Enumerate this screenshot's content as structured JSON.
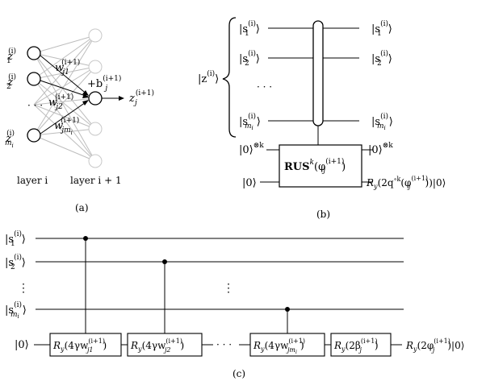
{
  "panel_a": {
    "inputs": [
      "z",
      "z",
      "z"
    ],
    "input_sub": [
      "1",
      "2",
      "m"
    ],
    "input_sub2": [
      "",
      "",
      "i"
    ],
    "sup_i": "(i)",
    "weights": [
      "w",
      "w",
      "w"
    ],
    "weight_sub": [
      "j1",
      "j2",
      "jm"
    ],
    "weight_sub2": [
      "",
      "",
      "i"
    ],
    "sup_i1": "(i+1)",
    "bias": "+b",
    "bias_sub": "j",
    "output": "z",
    "output_sub": "j",
    "dots": "· · ·",
    "layer_i": "layer i",
    "layer_i1": "layer i + 1",
    "caption": "(a)"
  },
  "panel_b": {
    "z_label": "|z",
    "z_sup": "(i)",
    "z_close": "⟩",
    "kets": [
      "|s",
      "|s",
      "|s"
    ],
    "ket_sub": [
      "1",
      "2",
      "m"
    ],
    "ket_sub2": [
      "",
      "",
      "i"
    ],
    "ket_sup": "(i)",
    "ket_close": "⟩",
    "dots": "· · ·",
    "zero_k": "|0⟩",
    "otimes_k": "⊗k",
    "zero": "|0⟩",
    "rus": "RUS",
    "rus_sup": "k",
    "rus_arg": "(φ",
    "rus_arg_sub": "j",
    "rus_arg_sup": "(i+1)",
    "rus_close": ")",
    "out_zero_k": "|0⟩",
    "out_otimes_k": "⊗k",
    "out_ry": "R",
    "out_ry_sub": "y",
    "out_ry_arg": "(2q",
    "out_ry_circ": "∘k",
    "out_ry_arg2": "(φ",
    "out_ry_arg2_sub": "j",
    "out_ry_arg2_sup": "(i+1)",
    "out_ry_close": "))|0⟩",
    "caption": "(b)"
  },
  "panel_c": {
    "kets": [
      "|s",
      "|s",
      "|s"
    ],
    "ket_sub": [
      "1",
      "2",
      "m"
    ],
    "ket_sub2": [
      "",
      "",
      "i"
    ],
    "ket_sup": "(i)",
    "ket_close": "⟩",
    "vdots": "⋮",
    "zero": "|0⟩",
    "gates": [
      {
        "pre": "R",
        "sub": "y",
        "arg": "(4γw",
        "wsub": "j1",
        "wsub2": "",
        "wsup": "(i+1)",
        "close": ")"
      },
      {
        "pre": "R",
        "sub": "y",
        "arg": "(4γw",
        "wsub": "j2",
        "wsub2": "",
        "wsup": "(i+1)",
        "close": ")"
      },
      {
        "pre": "R",
        "sub": "y",
        "arg": "(4γw",
        "wsub": "jm",
        "wsub2": "i",
        "wsup": "(i+1)",
        "close": ")"
      },
      {
        "pre": "R",
        "sub": "y",
        "arg": "(2β",
        "wsub": "j",
        "wsub2": "",
        "wsup": "(i+1)",
        "close": ")"
      }
    ],
    "hdots": "· · ·",
    "output_pre": "R",
    "output_sub": "y",
    "output_arg": "(2φ",
    "output_arg_sub": "j",
    "output_arg_sup": "(i+1)",
    "output_close": ")|0⟩",
    "caption": "(c)"
  }
}
